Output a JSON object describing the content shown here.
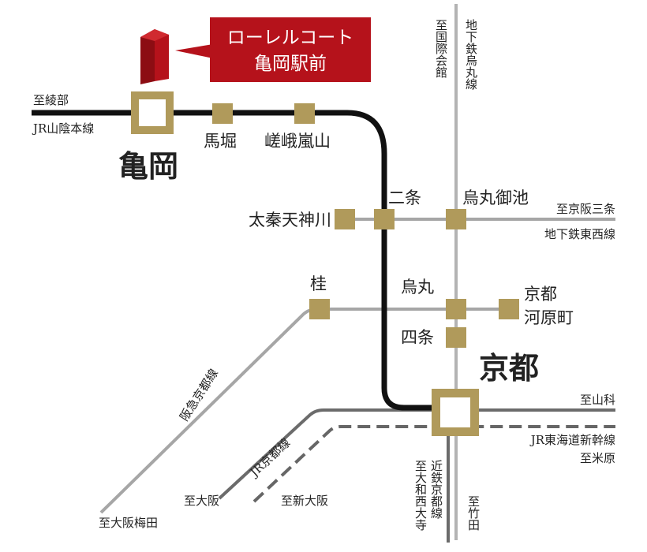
{
  "banner": {
    "line1": "ローレルコート",
    "line2": "亀岡駅前"
  },
  "colors": {
    "jr_sanin": "#111111",
    "gray_line": "#a6a6a6",
    "subway_karasuma": "#b3b3b3",
    "kintetsu": "#6b6b6b",
    "shinkansen": "#666666",
    "station_gold": "#b09a5b",
    "banner_red": "#b5121b",
    "building_dark": "#8c0d13"
  },
  "stations": {
    "kameoka": "亀岡",
    "umahori": "馬堀",
    "saga_arashiyama": "嵯峨嵐山",
    "nijo": "二条",
    "karasuma_oike": "烏丸御池",
    "uzumasa_tenjingawa": "太秦天神川",
    "katsura": "桂",
    "karasuma": "烏丸",
    "kyoto_kawaramachi_1": "京都",
    "kyoto_kawaramachi_2": "河原町",
    "shijo": "四条",
    "kyoto": "京都"
  },
  "directions": {
    "to_ayabe": "至綾部",
    "to_kokusaikaikan": "至国際会館",
    "to_keihan_sanjo": "至京阪三条",
    "to_yamashina": "至山科",
    "to_maibara": "至米原",
    "to_osaka": "至大阪",
    "to_shin_osaka": "至新大阪",
    "to_osaka_umeda": "至大阪梅田",
    "to_yamato_saidaiji": "至大和西大寺",
    "to_takeda": "至竹田"
  },
  "lines": {
    "jr_sanin": "JR山陰本線",
    "subway_karasuma": "地下鉄烏丸線",
    "subway_tozai": "地下鉄東西線",
    "hankyu_kyoto": "阪急京都線",
    "jr_kyoto": "JR京都線",
    "jr_tokaido_shinkansen": "JR東海道新幹線",
    "kintetsu_kyoto": "近鉄京都線"
  }
}
